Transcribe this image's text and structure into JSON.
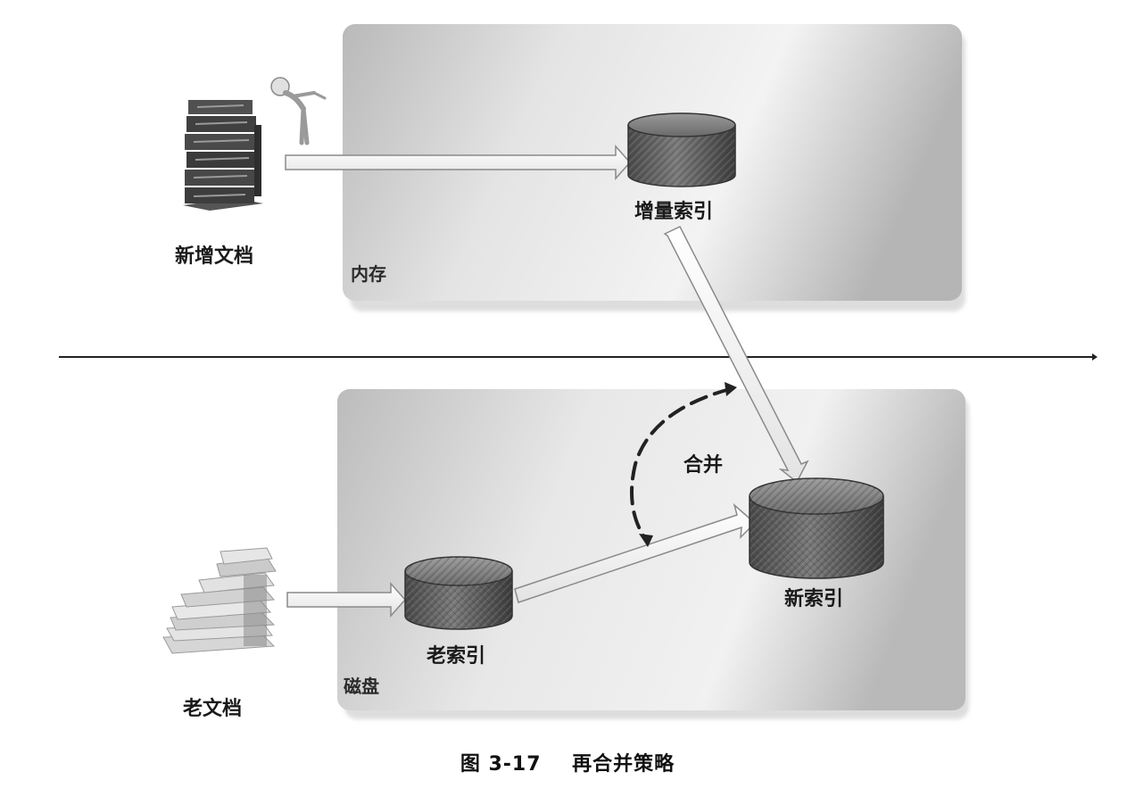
{
  "zones": {
    "memory_label": "内存",
    "disk_label": "磁盘"
  },
  "nodes": {
    "new_docs_label": "新增文档",
    "incremental_index_label": "增量索引",
    "old_docs_label": "老文档",
    "old_index_label": "老索引",
    "new_index_label": "新索引"
  },
  "merge_label": "合并",
  "caption": {
    "figure_number": "图 3-17",
    "title": "再合并策略"
  },
  "icons": {
    "new_docs": "binder-stack-icon",
    "old_docs": "paper-pile-icon",
    "person": "stick-figure-icon",
    "database": "cylinder-database-icon"
  }
}
